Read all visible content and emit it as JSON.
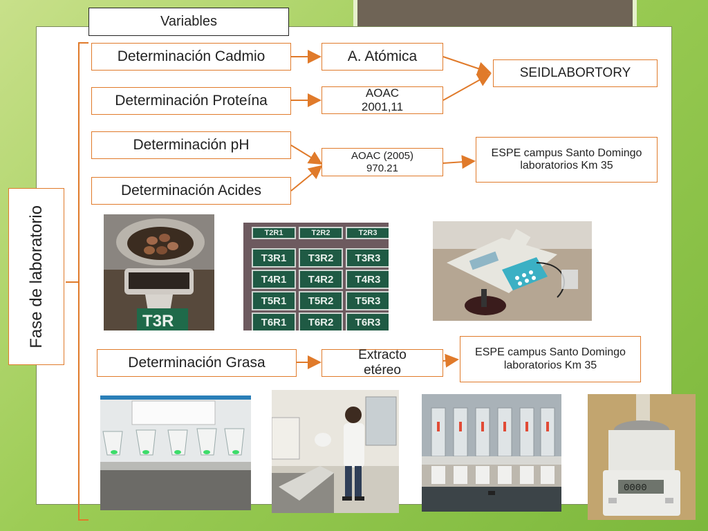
{
  "diagram": {
    "header_label": "Variables",
    "side_label": "Fase de laboratorio",
    "variables": {
      "cadmio": "Determinación Cadmio",
      "proteina": "Determinación Proteína",
      "ph": "Determinación pH",
      "acides": "Determinación Acides",
      "grasa": "Determinación Grasa"
    },
    "methods": {
      "atomica": "A. Atómica",
      "aoac2001": "AOAC 2001,11",
      "aoac2005": "AOAC (2005) 970.21",
      "extracto": "Extracto etéreo"
    },
    "labs": {
      "seid": "SEIDLABORTORY",
      "espe1": "ESPE campus Santo Domingo laboratorios Km 35",
      "espe2": "ESPE campus Santo Domingo laboratorios Km 35"
    },
    "sample_tags": [
      "T2R1",
      "T2R2",
      "T2R3",
      "T3R1",
      "T3R2",
      "T3R3",
      "T4R1",
      "T4R2",
      "T4R3",
      "T5R1",
      "T5R2",
      "T5R3",
      "T6R1",
      "T6R2",
      "T6R3"
    ],
    "sample_label_photo1": "T3R",
    "colors": {
      "connector": "#e07a2a",
      "box_border": "#e07a2a"
    }
  }
}
